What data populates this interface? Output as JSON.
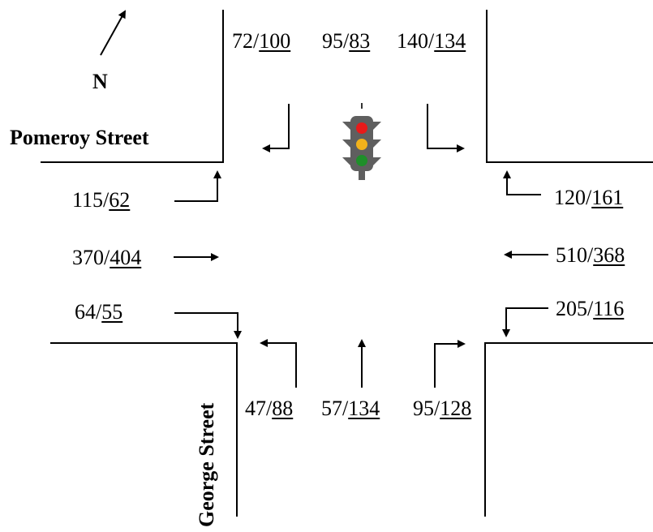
{
  "streets": {
    "pomeroy": "Pomeroy Street",
    "george": "George Street",
    "north": "N"
  },
  "volumes": {
    "sb_right": {
      "am": "72",
      "pm": "100"
    },
    "sb_thru": {
      "am": "95",
      "pm": "83"
    },
    "sb_left": {
      "am": "140",
      "pm": "134"
    },
    "eb_left": {
      "am": "115",
      "pm": "62"
    },
    "eb_thru": {
      "am": "370",
      "pm": "404"
    },
    "eb_right": {
      "am": "64",
      "pm": "55"
    },
    "wb_right": {
      "am": "120",
      "pm": "161"
    },
    "wb_thru": {
      "am": "510",
      "pm": "368"
    },
    "wb_left": {
      "am": "205",
      "pm": "116"
    },
    "nb_left": {
      "am": "47",
      "pm": "88"
    },
    "nb_thru": {
      "am": "57",
      "pm": "134"
    },
    "nb_right": {
      "am": "95",
      "pm": "128"
    }
  },
  "colors": {
    "signal_housing": "#5f5f5f",
    "signal_red": "#e81a1a",
    "signal_yellow": "#f2b21b",
    "signal_green": "#1f8f2a"
  },
  "icons": {
    "signal": "traffic-signal-icon",
    "north_arrow": "north-arrow-icon"
  }
}
